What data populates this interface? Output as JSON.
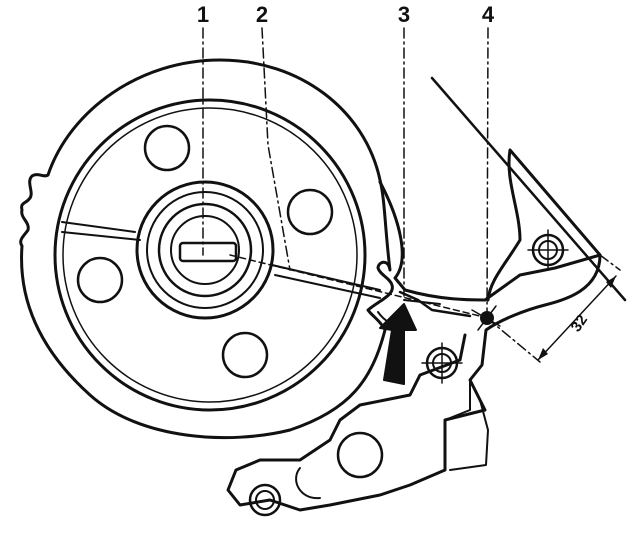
{
  "callouts": [
    "1",
    "2",
    "3",
    "4"
  ],
  "dimension": "32"
}
